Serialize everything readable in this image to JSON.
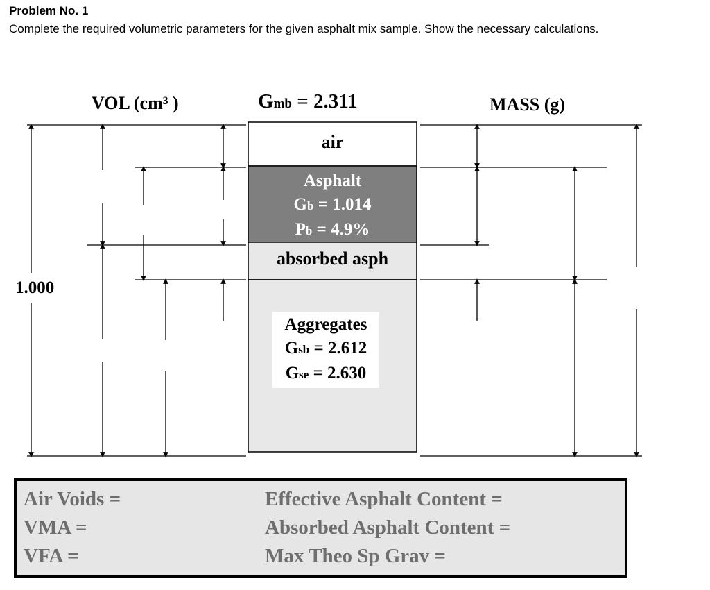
{
  "header": {
    "title": "Problem No. 1",
    "instructions": "Complete the required volumetric parameters for the given asphalt mix sample. Show the necessary calculations."
  },
  "diagram": {
    "vol_heading": "VOL (cm³ )",
    "gmb_label": "G",
    "gmb_sub": "mb",
    "gmb_value": "= 2.311",
    "mass_heading": "MASS (g)",
    "total_volume": "1.000",
    "phases": {
      "air": "air",
      "asphalt": {
        "title": "Asphalt",
        "gb_label": "G",
        "gb_sub": "b",
        "gb_value": "= 1.014",
        "pb_label": "P",
        "pb_sub": "b",
        "pb_value": "= 4.9%"
      },
      "absorbed": "absorbed asph",
      "aggregates": {
        "title": "Aggregates",
        "gsb_label": "G",
        "gsb_sub": "sb",
        "gsb_value": "= 2.612",
        "gse_label": "G",
        "gse_sub": "se",
        "gse_value": "= 2.630"
      }
    }
  },
  "results": {
    "air_voids": "Air Voids =",
    "vma": "VMA =",
    "vfa": "VFA =",
    "effective_asphalt": "Effective Asphalt Content =",
    "absorbed_asphalt": "Absorbed Asphalt Content =",
    "max_theo": "Max Theo Sp Grav ="
  },
  "colors": {
    "asphalt_fill": "#7f7f7f",
    "aggregate_fill": "#e8e8e8",
    "air_fill": "#ffffff",
    "results_fill": "#e6e6e6",
    "results_text": "#6e6e6e"
  }
}
